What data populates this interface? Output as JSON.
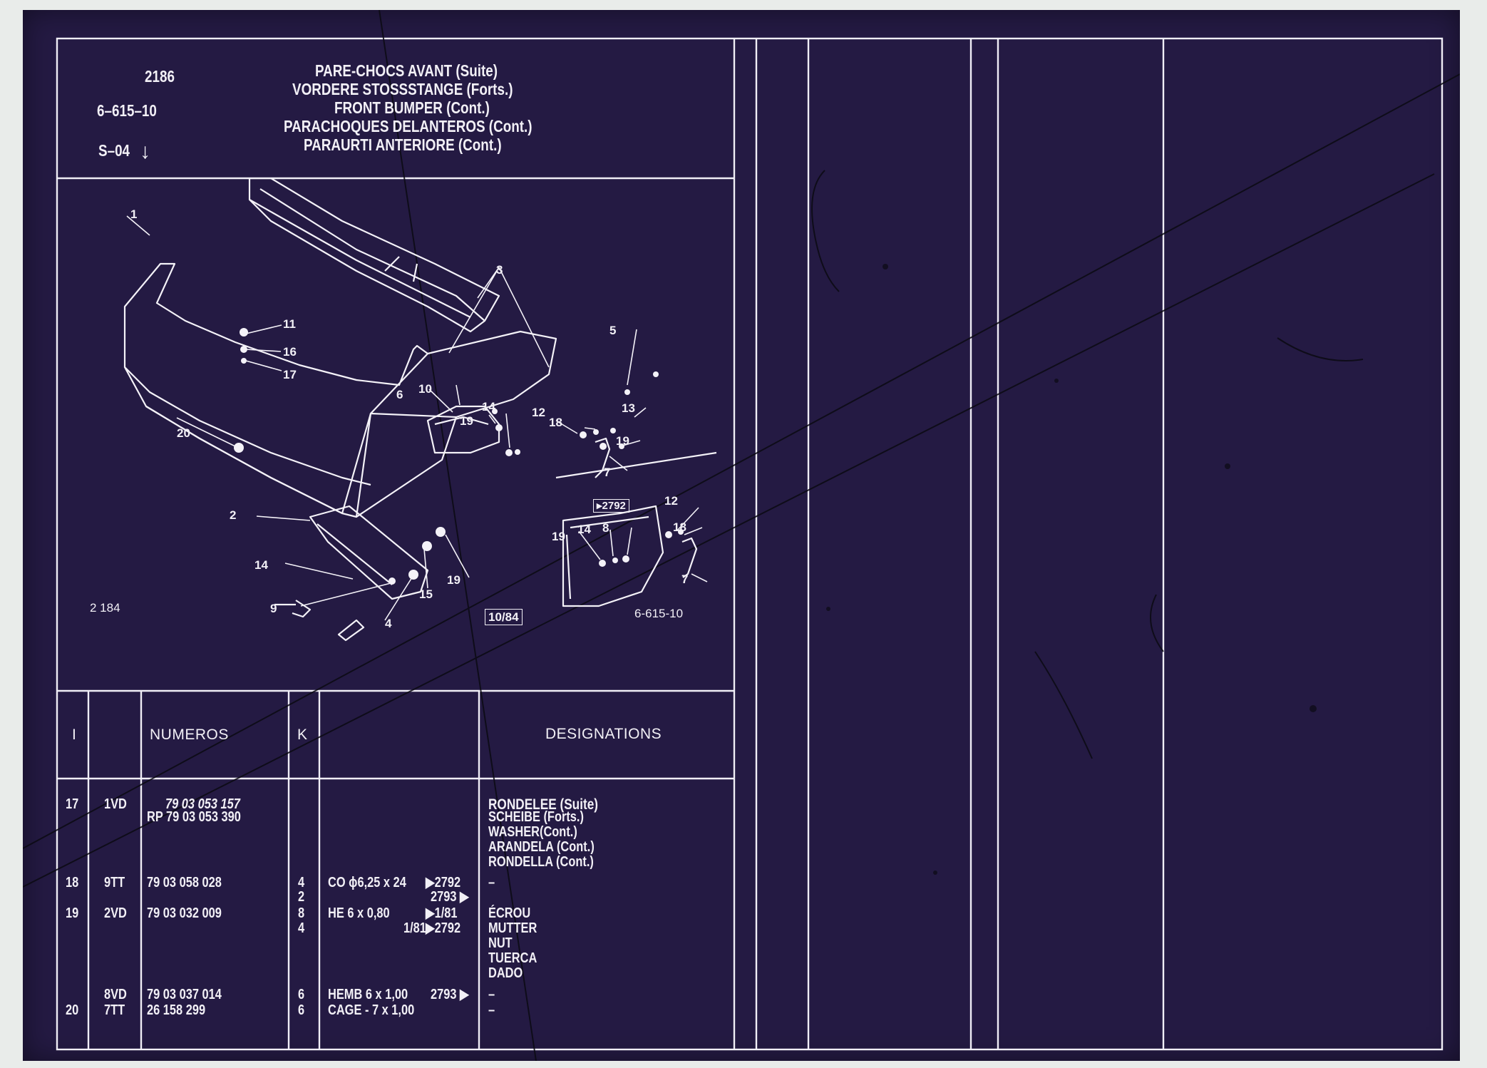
{
  "header": {
    "page_number": "2186",
    "group_code": "6–615–10",
    "series_code": "S–04",
    "series_arrow": "↓",
    "titles": [
      "PARE-CHOCS AVANT (Suite)",
      "VORDERE STOSSSTANGE (Forts.)",
      "FRONT BUMPER (Cont.)",
      "PARACHOQUES DELANTEROS (Cont.)",
      "PARAURTI ANTERIORE (Cont.)"
    ]
  },
  "diagram": {
    "figure_ref_left": "2 184",
    "figure_ref_right": "6-615-10",
    "date_box": "10/84",
    "tag_box": "▸2792",
    "callouts": [
      "1",
      "11",
      "16",
      "17",
      "20",
      "3",
      "5",
      "6",
      "10",
      "14",
      "19",
      "12",
      "18",
      "13",
      "19",
      "7",
      "2",
      "14",
      "9",
      "4",
      "15",
      "19",
      "12",
      "18",
      "19",
      "14",
      "8",
      "7"
    ]
  },
  "table": {
    "col_index": "I",
    "col_numbers": "NUMEROS",
    "col_k": "K",
    "col_designations": "DESIGNATIONS",
    "rows": [
      {
        "i": "17",
        "code": "1VD",
        "number": "79 03 053 157",
        "qty": "",
        "spec": "",
        "ref": "",
        "designation": "RONDELEE (Suite)"
      },
      {
        "i": "",
        "code": "",
        "number": "RP 79 03 053 390",
        "qty": "",
        "spec": "",
        "ref": "",
        "designation": "SCHEIBE (Forts.)"
      },
      {
        "i": "",
        "code": "",
        "number": "",
        "qty": "",
        "spec": "",
        "ref": "",
        "designation": "WASHER(Cont.)"
      },
      {
        "i": "",
        "code": "",
        "number": "",
        "qty": "",
        "spec": "",
        "ref": "",
        "designation": "ARANDELA (Cont.)"
      },
      {
        "i": "",
        "code": "",
        "number": "",
        "qty": "",
        "spec": "",
        "ref": "",
        "designation": "RONDELLA (Cont.)"
      },
      {
        "i": "18",
        "code": "9TT",
        "number": "79 03 058 028",
        "qty": "4",
        "spec": "CO ϕ6,25 x 24",
        "ref": "▶2792",
        "designation": "–"
      },
      {
        "i": "",
        "code": "",
        "number": "",
        "qty": "2",
        "spec": "",
        "ref": "2793 ▶",
        "designation": ""
      },
      {
        "i": "19",
        "code": "2VD",
        "number": "79 03 032 009",
        "qty": "8",
        "spec": "HE 6 x 0,80",
        "ref": "▶1/81",
        "designation": "ÉCROU"
      },
      {
        "i": "",
        "code": "",
        "number": "",
        "qty": "4",
        "spec": "1/81",
        "ref": "▶2792",
        "designation": "MUTTER"
      },
      {
        "i": "",
        "code": "",
        "number": "",
        "qty": "",
        "spec": "",
        "ref": "",
        "designation": "NUT"
      },
      {
        "i": "",
        "code": "",
        "number": "",
        "qty": "",
        "spec": "",
        "ref": "",
        "designation": "TUERCA"
      },
      {
        "i": "",
        "code": "",
        "number": "",
        "qty": "",
        "spec": "",
        "ref": "",
        "designation": "DADO"
      },
      {
        "i": "",
        "code": "8VD",
        "number": "79 03 037 014",
        "qty": "6",
        "spec": "HEMB 6 x 1,00",
        "ref": "2793 ▶",
        "designation": "–"
      },
      {
        "i": "20",
        "code": "7TT",
        "number": "26 158 299",
        "qty": "6",
        "spec": "CAGE - 7 x 1,00",
        "ref": "",
        "designation": "–"
      }
    ]
  },
  "colors": {
    "sheet": "#241a43",
    "ink": "#f2f0f6",
    "scratch": "#0b0a12"
  }
}
